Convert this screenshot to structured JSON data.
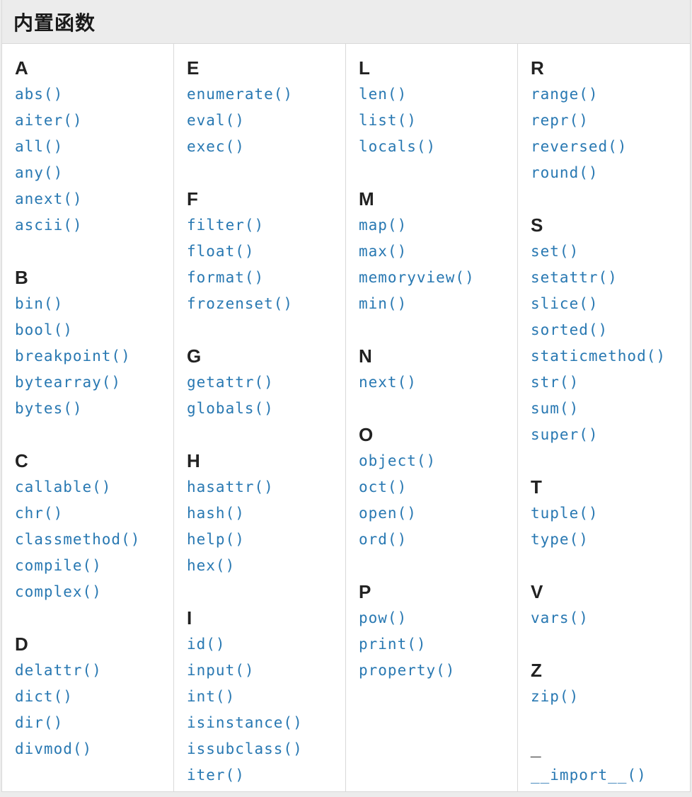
{
  "header": {
    "title": "内置函数"
  },
  "colors": {
    "page_bg": "#ececec",
    "cell_bg": "#ffffff",
    "border": "#d9d9d9",
    "link": "#2878b2",
    "title_text": "#1a1a1a",
    "letter_text": "#222222"
  },
  "columns": [
    {
      "sections": [
        {
          "letter": "A",
          "functions": [
            "abs()",
            "aiter()",
            "all()",
            "any()",
            "anext()",
            "ascii()"
          ]
        },
        {
          "letter": "B",
          "functions": [
            "bin()",
            "bool()",
            "breakpoint()",
            "bytearray()",
            "bytes()"
          ]
        },
        {
          "letter": "C",
          "functions": [
            "callable()",
            "chr()",
            "classmethod()",
            "compile()",
            "complex()"
          ]
        },
        {
          "letter": "D",
          "functions": [
            "delattr()",
            "dict()",
            "dir()",
            "divmod()"
          ]
        }
      ]
    },
    {
      "sections": [
        {
          "letter": "E",
          "functions": [
            "enumerate()",
            "eval()",
            "exec()"
          ]
        },
        {
          "letter": "F",
          "functions": [
            "filter()",
            "float()",
            "format()",
            "frozenset()"
          ]
        },
        {
          "letter": "G",
          "functions": [
            "getattr()",
            "globals()"
          ]
        },
        {
          "letter": "H",
          "functions": [
            "hasattr()",
            "hash()",
            "help()",
            "hex()"
          ]
        },
        {
          "letter": "I",
          "functions": [
            "id()",
            "input()",
            "int()",
            "isinstance()",
            "issubclass()",
            "iter()"
          ]
        }
      ]
    },
    {
      "sections": [
        {
          "letter": "L",
          "functions": [
            "len()",
            "list()",
            "locals()"
          ]
        },
        {
          "letter": "M",
          "functions": [
            "map()",
            "max()",
            "memoryview()",
            "min()"
          ]
        },
        {
          "letter": "N",
          "functions": [
            "next()"
          ]
        },
        {
          "letter": "O",
          "functions": [
            "object()",
            "oct()",
            "open()",
            "ord()"
          ]
        },
        {
          "letter": "P",
          "functions": [
            "pow()",
            "print()",
            "property()"
          ]
        }
      ]
    },
    {
      "sections": [
        {
          "letter": "R",
          "functions": [
            "range()",
            "repr()",
            "reversed()",
            "round()"
          ]
        },
        {
          "letter": "S",
          "functions": [
            "set()",
            "setattr()",
            "slice()",
            "sorted()",
            "staticmethod()",
            "str()",
            "sum()",
            "super()"
          ]
        },
        {
          "letter": "T",
          "functions": [
            "tuple()",
            "type()"
          ]
        },
        {
          "letter": "V",
          "functions": [
            "vars()"
          ]
        },
        {
          "letter": "Z",
          "functions": [
            "zip()"
          ]
        },
        {
          "letter": "_",
          "functions": [
            "__import__()"
          ]
        }
      ]
    }
  ]
}
